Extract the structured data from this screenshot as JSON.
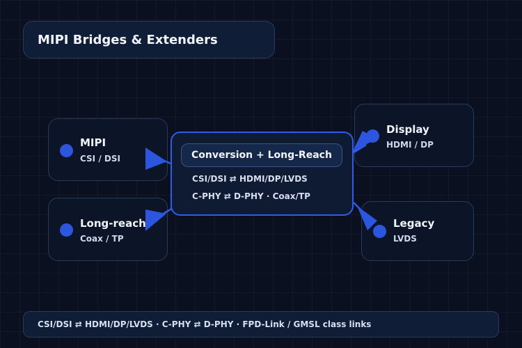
{
  "title": "MIPI Bridges & Extenders",
  "center": {
    "title": "Conversion + Long-Reach",
    "line1": "CSI/DSI ⇄ HDMI/DP/LVDS",
    "line2": "C-PHY ⇄ D-PHY · Coax/TP"
  },
  "nodes": {
    "mipi": {
      "label": "MIPI",
      "sub": "CSI / DSI"
    },
    "longreach": {
      "label": "Long-reach",
      "sub": "Coax / TP"
    },
    "display": {
      "label": "Display",
      "sub": "HDMI / DP"
    },
    "legacy": {
      "label": "Legacy",
      "sub": "LVDS"
    }
  },
  "footer": "CSI/DSI ⇄ HDMI/DP/LVDS · C-PHY ⇄ D-PHY · FPD-Link / GMSL class links",
  "colors": {
    "accent": "#2f5ce8",
    "background": "#0b1020",
    "border": "#2a3a58"
  }
}
